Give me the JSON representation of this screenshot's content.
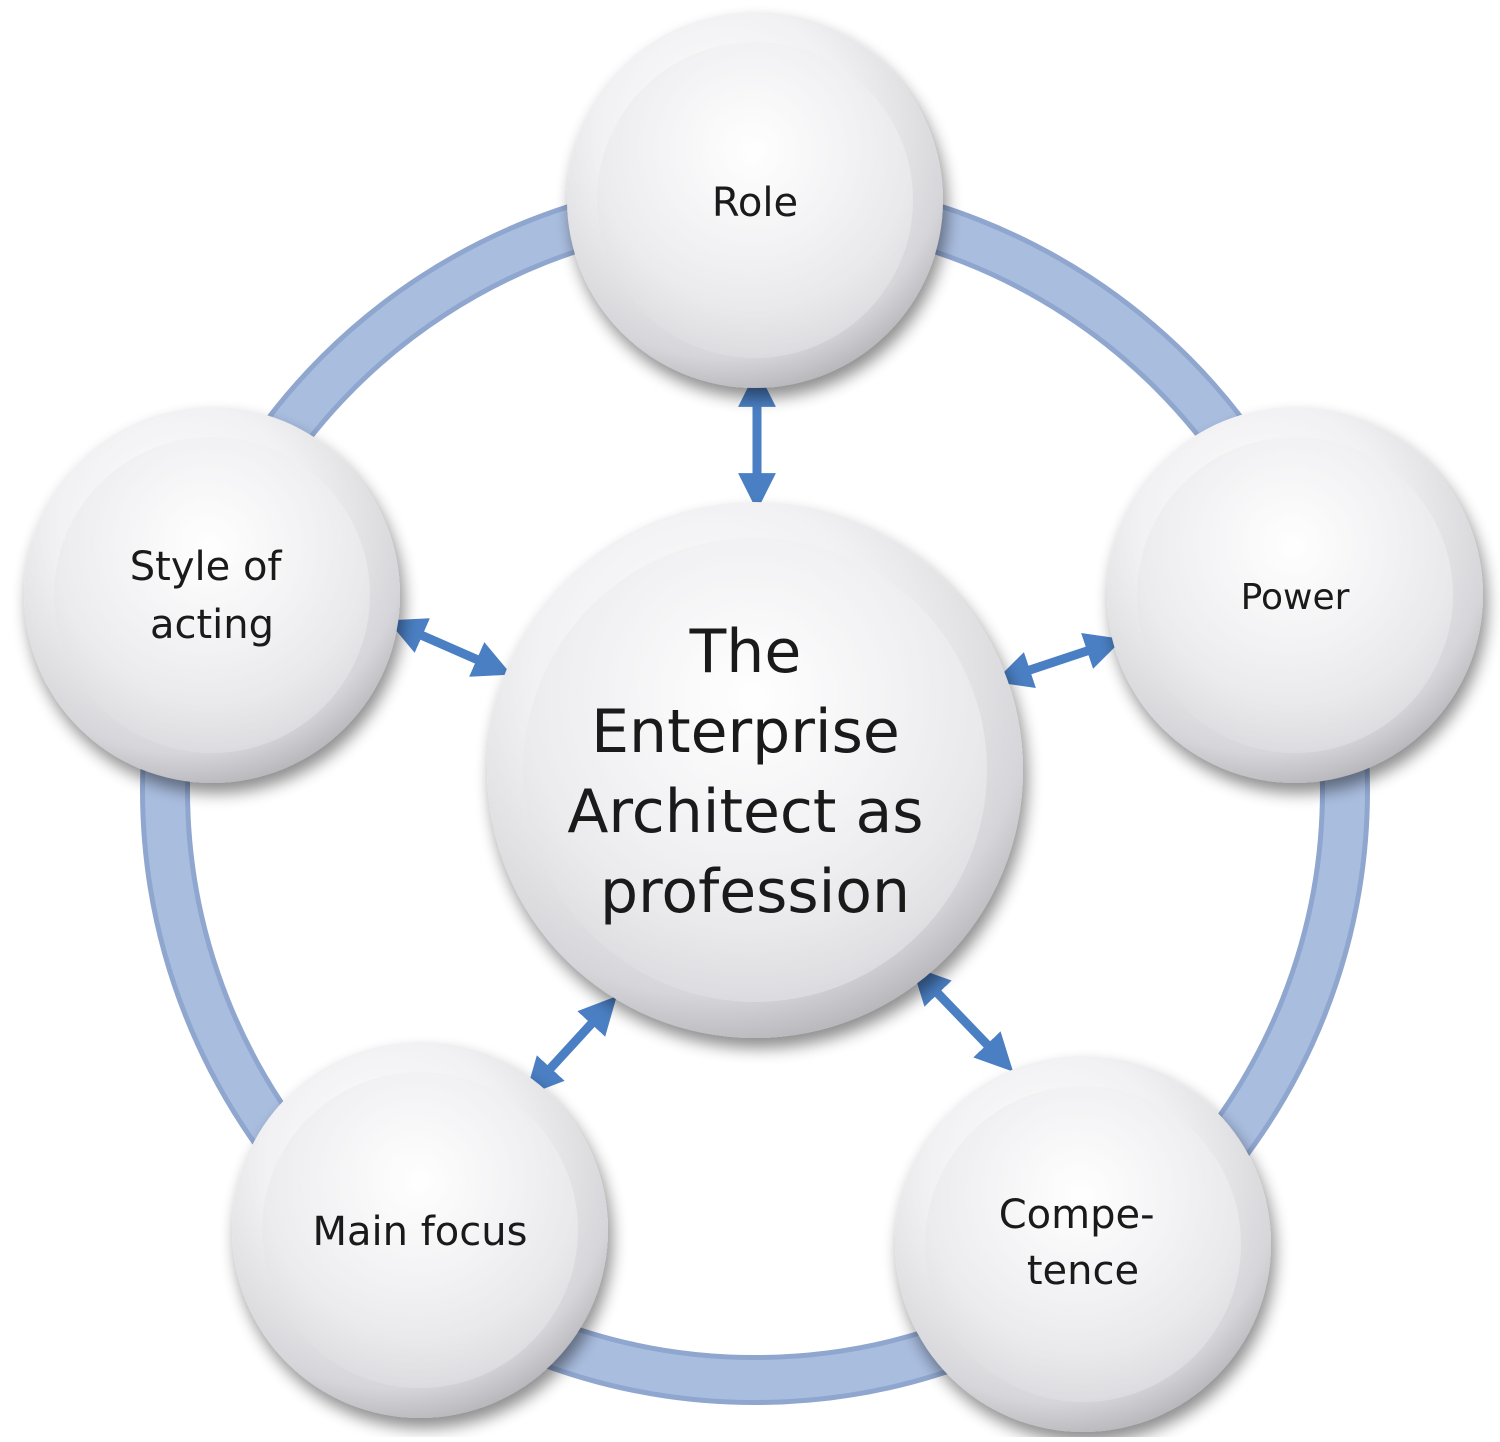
{
  "diagram": {
    "center": {
      "lines": [
        "The",
        "Enterprise",
        "Architect as",
        "profession"
      ]
    },
    "nodes": [
      {
        "id": "role",
        "lines": [
          "Role"
        ]
      },
      {
        "id": "power",
        "lines": [
          "Power"
        ]
      },
      {
        "id": "competence",
        "lines": [
          "Compe-",
          "tence"
        ]
      },
      {
        "id": "main-focus",
        "lines": [
          "Main focus"
        ]
      },
      {
        "id": "style-of-acting",
        "lines": [
          "Style of",
          "acting"
        ]
      }
    ],
    "colors": {
      "ring": "#a9bddf",
      "ring_edge": "#8fa6cf",
      "arrow": "#4a7fc3",
      "sphere_light": "#ffffff",
      "sphere_mid": "#e4e4e8",
      "sphere_dark": "#9a9aa0"
    }
  }
}
